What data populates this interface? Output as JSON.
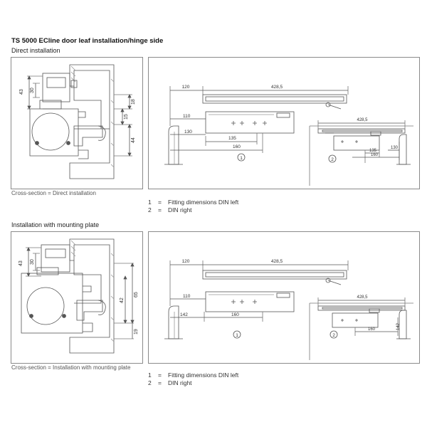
{
  "title": "TS 5000 ECline door leaf installation/hinge side",
  "sections": [
    {
      "heading": "Direct installation",
      "caption": "Cross-section = Direct installation",
      "legend": [
        {
          "num": "1",
          "eq": "=",
          "text": "Fitting dimensions DIN left"
        },
        {
          "num": "2",
          "eq": "=",
          "text": "DIN right"
        }
      ],
      "cross_dims": {
        "d43": "43",
        "d30": "30",
        "d18": "18",
        "d15": "15",
        "d44": "44"
      },
      "install_dims": {
        "d120": "120",
        "d4285": "428,5",
        "d110": "110",
        "d130": "130",
        "d135": "135",
        "d160": "160",
        "r4285": "428,5",
        "r135": "135",
        "r130": "130",
        "r160": "160"
      },
      "markers": {
        "left": "1",
        "right": "2"
      }
    },
    {
      "heading": "Installation with mounting plate",
      "caption": "Cross-section = Installation with mounting plate",
      "legend": [
        {
          "num": "1",
          "eq": "=",
          "text": "Fitting dimensions DIN left"
        },
        {
          "num": "2",
          "eq": "=",
          "text": "DIN right"
        }
      ],
      "cross_dims": {
        "d43": "43",
        "d30": "30",
        "d42": "42",
        "d65": "65",
        "d19": "19"
      },
      "install_dims": {
        "d120": "120",
        "d4285": "428,5",
        "d110": "110",
        "d142": "142",
        "d160": "160",
        "r4285": "428,5",
        "r160": "160",
        "r142": "142"
      },
      "markers": {
        "left": "1",
        "right": "2"
      }
    }
  ]
}
